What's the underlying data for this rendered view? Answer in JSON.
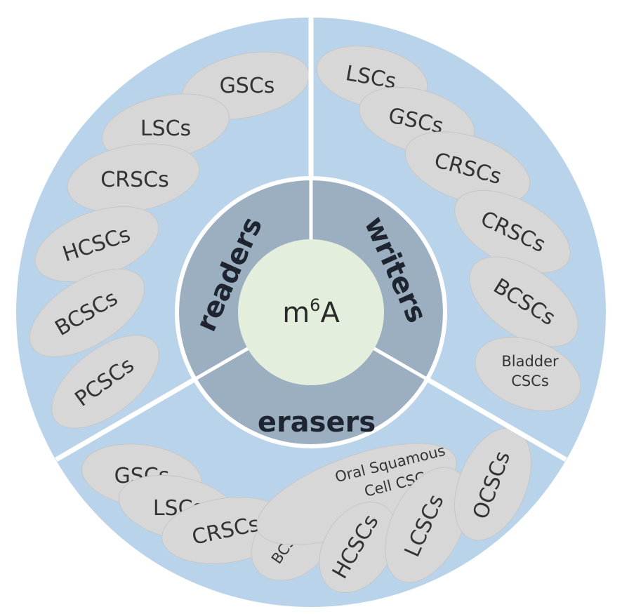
{
  "center": {
    "base": "m",
    "sup": "6",
    "tail": "A"
  },
  "colors": {
    "outer_ring": "#b9d4ea",
    "inner_ring": "#9bafc1",
    "center": "#e3efdc",
    "petal": "#d7d7d7",
    "divider": "#ffffff"
  },
  "sections": {
    "readers": {
      "label": "readers",
      "items": [
        "GSCs",
        "LSCs",
        "CRSCs",
        "HCSCs",
        "BCSCs",
        "PCSCs"
      ]
    },
    "writers": {
      "label": "writers",
      "items": [
        "LSCs",
        "GSCs",
        "CRSCs",
        "CRSCs",
        "BCSCs"
      ],
      "bladder": [
        "Bladder",
        "CSCs"
      ]
    },
    "erasers": {
      "label": "erasers",
      "items": [
        "GSCs",
        "LSCs",
        "CRSCs",
        "BCSCs",
        "HCSCs",
        "LCSCs",
        "OCSCs"
      ],
      "oral": [
        "Oral Squamous",
        "Cell CSCs"
      ]
    }
  }
}
